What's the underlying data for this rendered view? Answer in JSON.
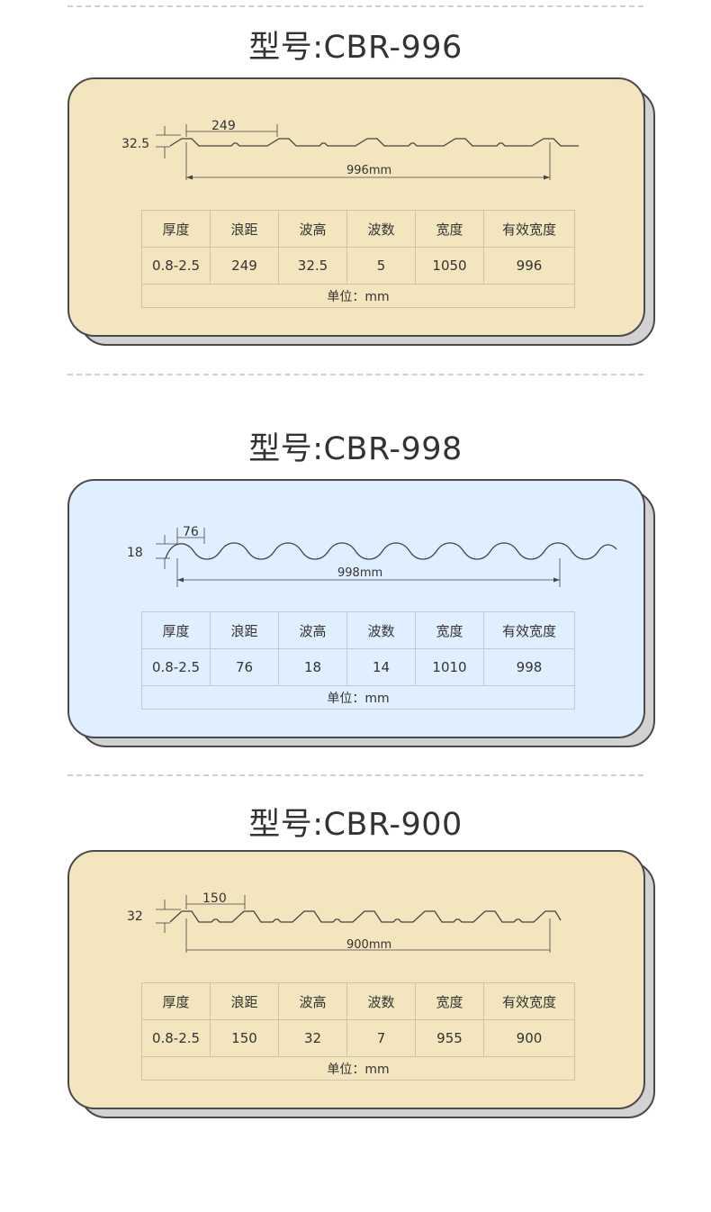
{
  "sections": [
    {
      "title": "型号:CBR-996",
      "dims": {
        "pitch": "249",
        "height": "32.5",
        "width": "996mm"
      },
      "headers": [
        "厚度",
        "浪距",
        "波高",
        "波数",
        "宽度",
        "有效宽度"
      ],
      "values": [
        "0.8-2.5",
        "249",
        "32.5",
        "5",
        "1050",
        "996"
      ],
      "unit": "单位：mm",
      "card_color": "#f3e5bd"
    },
    {
      "title": "型号:CBR-998",
      "dims": {
        "pitch": "76",
        "height": "18",
        "width": "998mm"
      },
      "headers": [
        "厚度",
        "浪距",
        "波高",
        "波数",
        "宽度",
        "有效宽度"
      ],
      "values": [
        "0.8-2.5",
        "76",
        "18",
        "14",
        "1010",
        "998"
      ],
      "unit": "单位：mm",
      "card_color": "#e0efff"
    },
    {
      "title": "型号:CBR-900",
      "dims": {
        "pitch": "150",
        "height": "32",
        "width": "900mm"
      },
      "headers": [
        "厚度",
        "浪距",
        "波高",
        "波数",
        "宽度",
        "有效宽度"
      ],
      "values": [
        "0.8-2.5",
        "150",
        "32",
        "7",
        "955",
        "900"
      ],
      "unit": "单位：mm",
      "card_color": "#f3e5bd"
    }
  ]
}
